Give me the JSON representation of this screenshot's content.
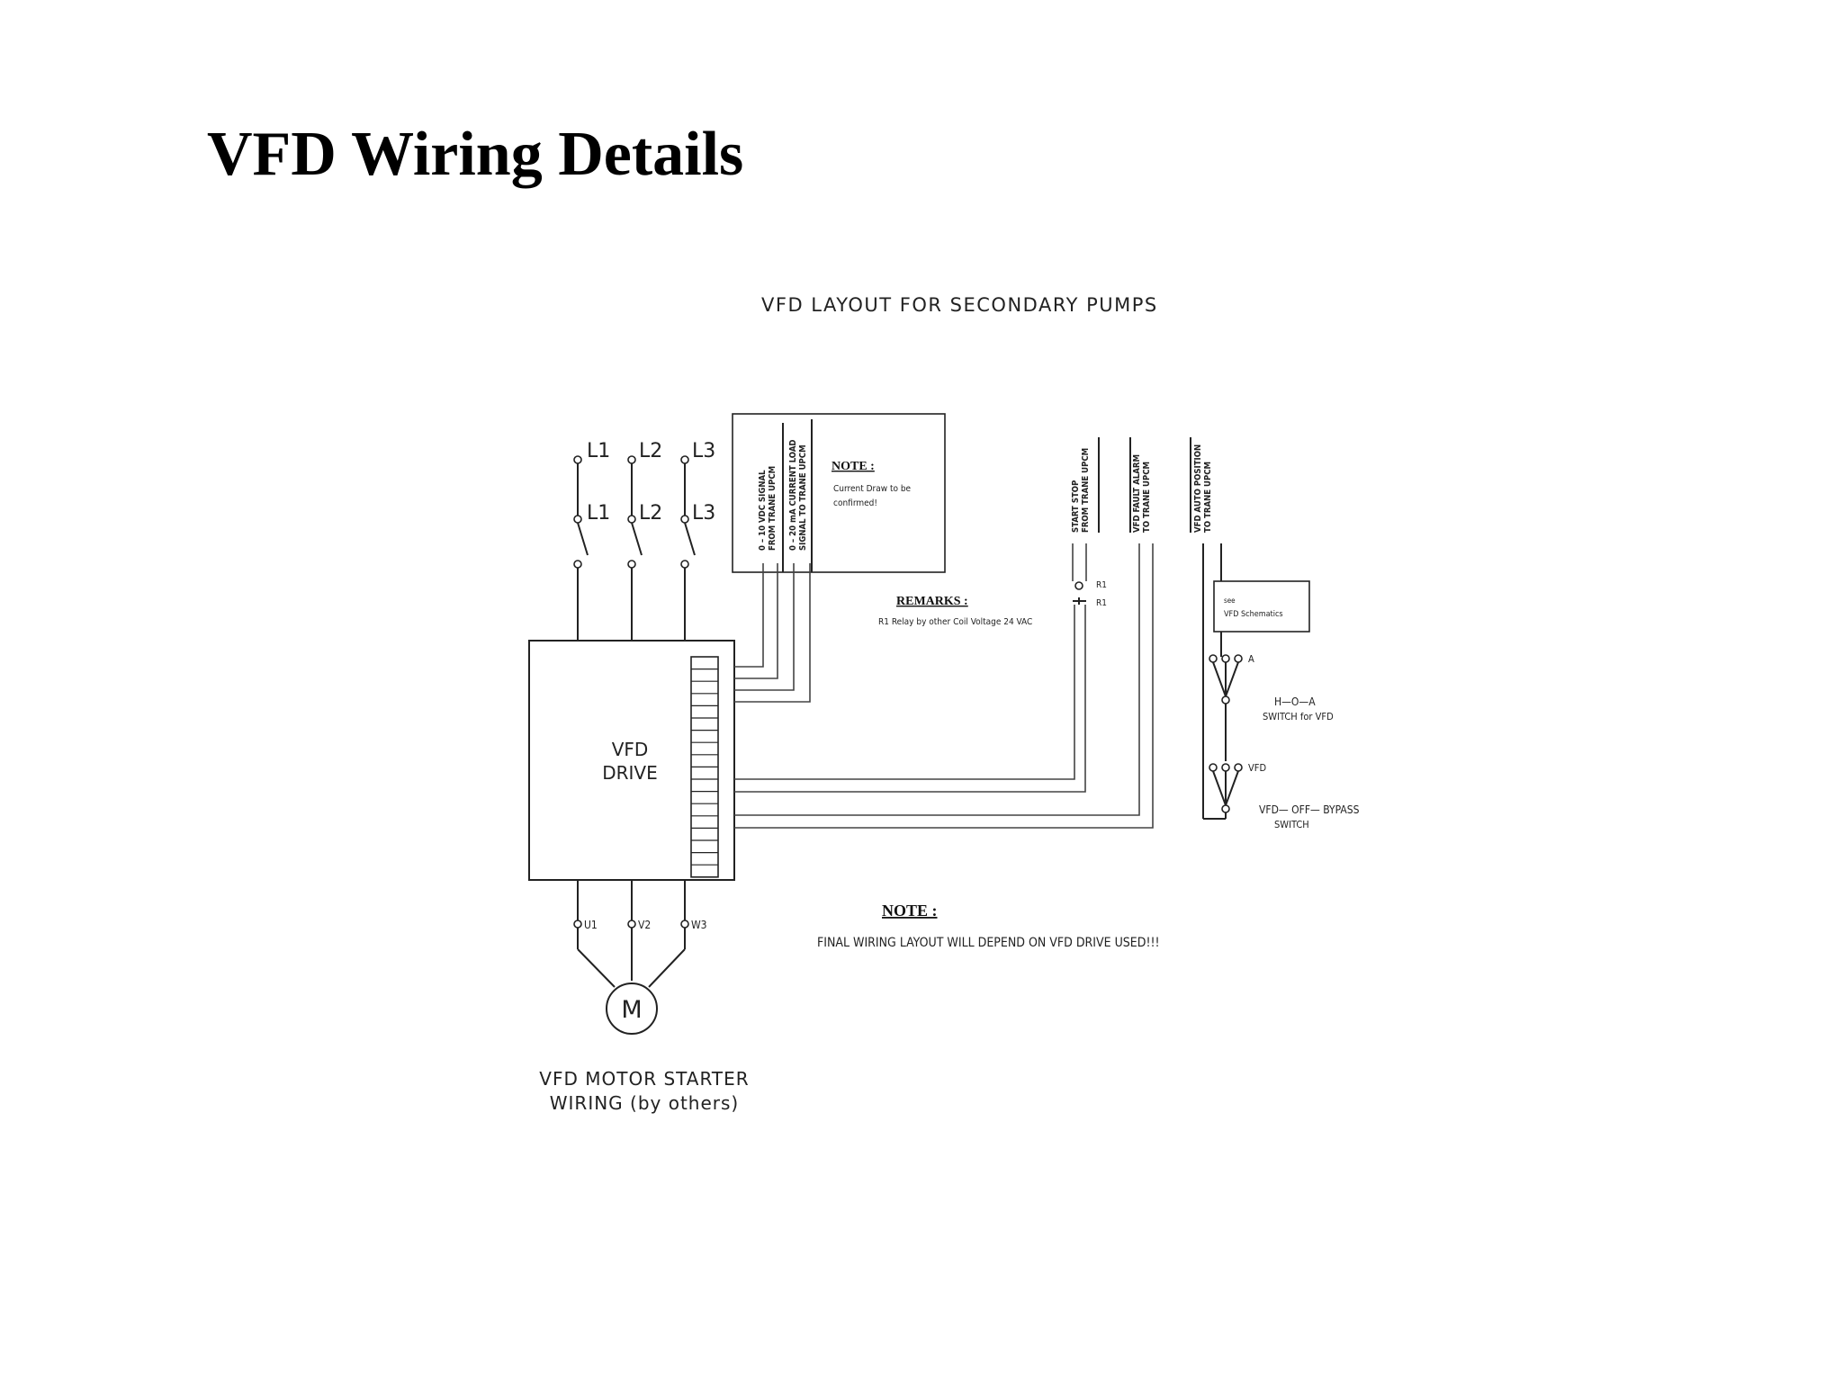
{
  "title": "VFD Wiring Details",
  "diagram": {
    "heading": "VFD LAYOUT FOR SECONDARY PUMPS",
    "line_labels": [
      "L1",
      "L2",
      "L3"
    ],
    "drive_label_1": "VFD",
    "drive_label_2": "DRIVE",
    "motor_terminals": [
      "U1",
      "V2",
      "W3"
    ],
    "motor_label": "M",
    "motor_caption_1": "VFD MOTOR STARTER",
    "motor_caption_2": "WIRING (by others)",
    "signal_labels": {
      "s1a": "0 – 10 VDC SIGNAL",
      "s1b": "FROM TRANE UPCM",
      "s2a": "0 – 20 mA CURRENT LOAD",
      "s2b": "SIGNAL TO TRANE UPCM",
      "s3a": "START STOP",
      "s3b": "FROM TRANE UPCM",
      "s4a": "VFD FAULT ALARM",
      "s4b": "TO TRANE UPCM",
      "s5a": "VFD AUTO POSITION",
      "s5b": "TO TRANE UPCM"
    },
    "note_box": {
      "heading": "NOTE :",
      "line1": "Current Draw to be",
      "line2": "confirmed!"
    },
    "remarks": {
      "heading": "REMARKS :",
      "text": "R1 Relay by other Coil Voltage 24 VAC"
    },
    "relay_label": "R1",
    "relay_label_2": "R1",
    "schematic_box_1": "see",
    "schematic_box_2": "VFD Schematics",
    "hoa_pos": "A",
    "hoa_label_1": "H—O—A",
    "hoa_label_2": "SWITCH for VFD",
    "bypass_pos": "VFD",
    "bypass_label_1": "VFD— OFF— BYPASS",
    "bypass_label_2": "SWITCH",
    "final_note": {
      "heading": "NOTE :",
      "text": "FINAL WIRING LAYOUT WILL DEPEND ON VFD DRIVE USED!!!"
    }
  }
}
